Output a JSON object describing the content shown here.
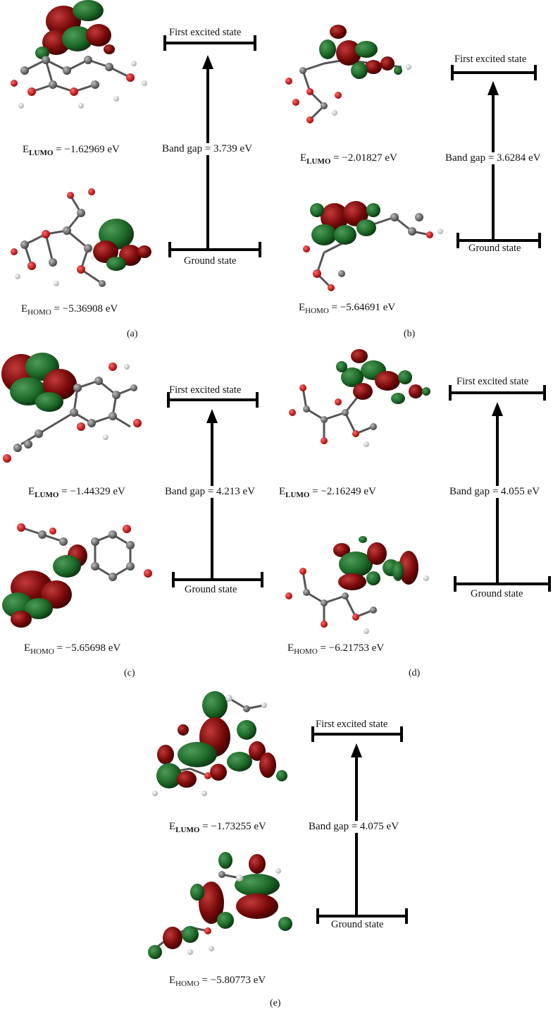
{
  "colors": {
    "positive_lobe": "#7a0a0a",
    "negative_lobe": "#1f6b2a",
    "carbon": "#6d6d6d",
    "oxygen": "#d11a1a",
    "hydrogen": "#f0f0f0"
  },
  "panels": [
    {
      "id": "a",
      "caption": "(a)",
      "excited": "First excited state",
      "ground": "Ground state",
      "gap": "Band gap = 3.739 eV",
      "lumo_val": "= −1.62969 eV",
      "homo_val": "= −5.36908 eV"
    },
    {
      "id": "b",
      "caption": "(b)",
      "excited": "First excited state",
      "ground": "Ground state",
      "gap": "Band gap = 3.6284 eV",
      "lumo_val": "= −2.01827 eV",
      "homo_val": "= −5.64691 eV"
    },
    {
      "id": "c",
      "caption": "(c)",
      "excited": "First excited state",
      "ground": "Ground state",
      "gap": "Band gap = 4.213 eV",
      "lumo_val": "= −1.44329 eV",
      "homo_val": "= −5.65698 eV"
    },
    {
      "id": "d",
      "caption": "(d)",
      "excited": "First excited state",
      "ground": "Ground state",
      "gap": "Band gap = 4.055 eV",
      "lumo_val": "= −2.16249 eV",
      "homo_val": "= −6.21753 eV"
    },
    {
      "id": "e",
      "caption": "(e)",
      "excited": "First excited state",
      "ground": "Ground state",
      "gap": "Band gap = 4.075 eV",
      "lumo_val": "= −1.73255 eV",
      "homo_val": "= −5.80773 eV"
    }
  ],
  "symbols": {
    "E": "E",
    "lumo": "LUMO",
    "homo": "HOMO"
  }
}
